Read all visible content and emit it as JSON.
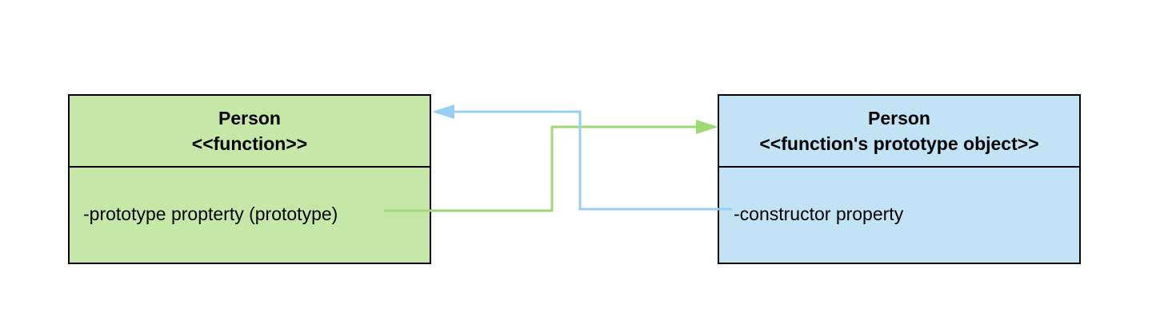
{
  "colors": {
    "function_fill": "#c5e8a9",
    "prototype_fill": "#c2e3f6",
    "green_connector": "#9ed975",
    "blue_connector": "#98cff0",
    "border": "#000000"
  },
  "left_box": {
    "title": "Person",
    "stereotype": "<<function>>",
    "attribute": "-prototype propterty (prototype)"
  },
  "right_box": {
    "title": "Person",
    "stereotype": "<<function's prototype object>>",
    "attribute": "-constructor property"
  }
}
